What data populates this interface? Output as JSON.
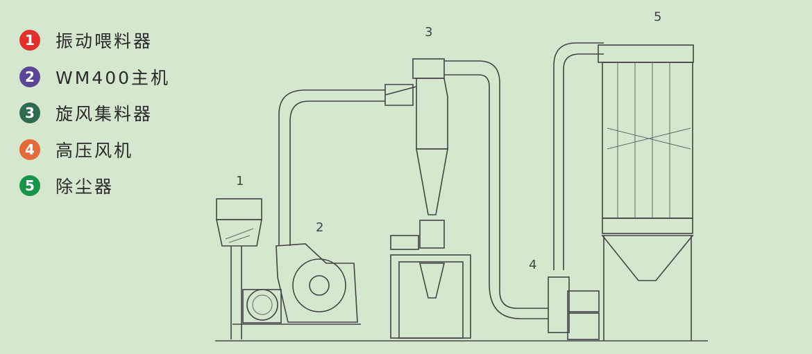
{
  "legend": [
    {
      "number": "1",
      "label": "振动喂料器",
      "color": "#e0312c"
    },
    {
      "number": "2",
      "label": "WM400主机",
      "color": "#5b4696"
    },
    {
      "number": "3",
      "label": "旋风集料器",
      "color": "#2f6b4e"
    },
    {
      "number": "4",
      "label": "高压风机",
      "color": "#e46a3a"
    },
    {
      "number": "5",
      "label": "除尘器",
      "color": "#17944a"
    }
  ],
  "diagram_labels": {
    "feeder": "1",
    "mill": "2",
    "cyclone": "3",
    "fan": "4",
    "dust_collector": "5"
  }
}
